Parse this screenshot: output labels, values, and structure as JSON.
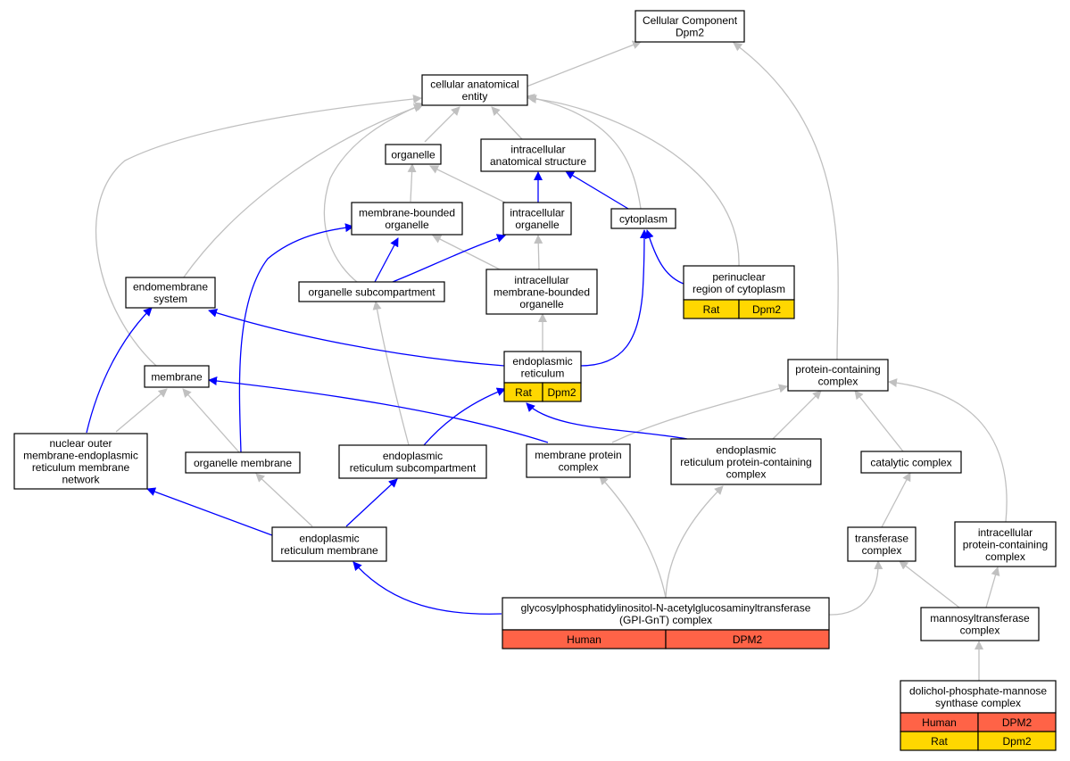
{
  "colors": {
    "rat": "#ffd700",
    "human": "#ff6347",
    "is_a_edge": "#c0c0c0",
    "part_of_edge": "#0000ff"
  },
  "nodes": {
    "root": [
      "Cellular Component",
      "Dpm2"
    ],
    "cae": [
      "cellular anatomical",
      "entity"
    ],
    "organelle": [
      "organelle"
    ],
    "ias": [
      "intracellular",
      "anatomical structure"
    ],
    "mbo": [
      "membrane-bounded",
      "organelle"
    ],
    "io": [
      "intracellular",
      "organelle"
    ],
    "cytoplasm": [
      "cytoplasm"
    ],
    "endomem": [
      "endomembrane",
      "system"
    ],
    "osc": [
      "organelle subcompartment"
    ],
    "imbo": [
      "intracellular",
      "membrane-bounded",
      "organelle"
    ],
    "perinuc": [
      "perinuclear",
      "region of cytoplasm"
    ],
    "er": [
      "endoplasmic",
      "reticulum"
    ],
    "membrane": [
      "membrane"
    ],
    "pcc": [
      "protein-containing",
      "complex"
    ],
    "nomer": [
      "nuclear outer",
      "membrane-endoplasmic",
      "reticulum membrane",
      "network"
    ],
    "orgmem": [
      "organelle membrane"
    ],
    "ersub": [
      "endoplasmic",
      "reticulum subcompartment"
    ],
    "mpc": [
      "membrane protein",
      "complex"
    ],
    "erpcc": [
      "endoplasmic",
      "reticulum protein-containing",
      "complex"
    ],
    "catalytic": [
      "catalytic complex"
    ],
    "ermem": [
      "endoplasmic",
      "reticulum membrane"
    ],
    "transferase": [
      "transferase",
      "complex"
    ],
    "ipcc": [
      "intracellular",
      "protein-containing",
      "complex"
    ],
    "gpignt": [
      "glycosylphosphatidylinositol-N-acetylglucosaminyltransferase",
      "(GPI-GnT) complex"
    ],
    "mannosyl": [
      "mannosyltransferase",
      "complex"
    ],
    "dpms": [
      "dolichol-phosphate-mannose",
      "synthase complex"
    ]
  },
  "annotations": {
    "perinuc": [
      [
        "Rat",
        "Dpm2"
      ]
    ],
    "er": [
      [
        "Rat",
        "Dpm2"
      ]
    ],
    "gpignt": [
      [
        "Human",
        "DPM2"
      ]
    ],
    "dpms": [
      [
        "Human",
        "DPM2"
      ],
      [
        "Rat",
        "Dpm2"
      ]
    ]
  }
}
